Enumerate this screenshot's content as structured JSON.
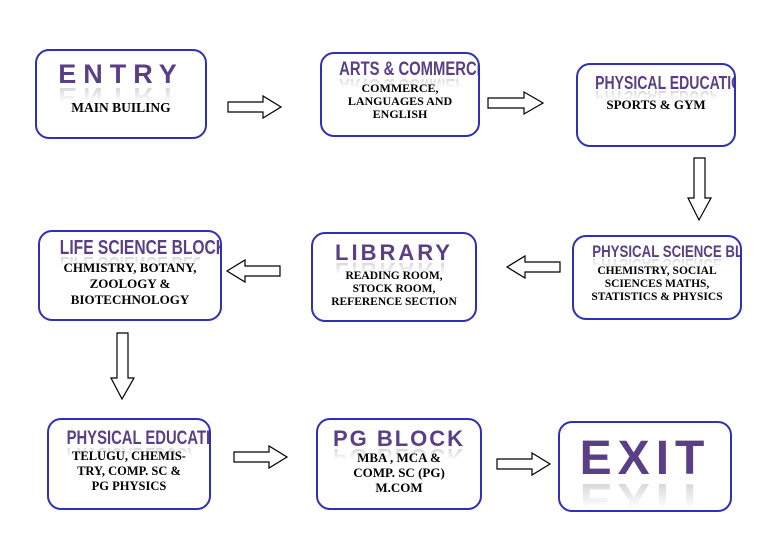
{
  "nodes": {
    "entry": {
      "title": "ENTRY",
      "body": "MAIN BUILING"
    },
    "arts": {
      "title": "ARTS & COMMERCE",
      "body": "COMMERCE,\nLANGUAGES AND\nENGLISH"
    },
    "phyed1": {
      "title": "PHYSICAL EDUCATION",
      "body": "SPORTS & GYM"
    },
    "physci": {
      "title": "PHYSICAL SCIENCE BLOCK",
      "body": "CHEMISTRY, SOCIAL\nSCIENCES MATHS,\nSTATISTICS  & PHYSICS"
    },
    "library": {
      "title": "LIBRARY",
      "body": "READING ROOM,\nSTOCK ROOM,\nREFERENCE SECTION"
    },
    "lifesci": {
      "title": "LIFE SCIENCE BLOCK",
      "body": "CHMISTRY, BOTANY,\nZOOLOGY &\nBIOTECHNOLOGY"
    },
    "phyed2": {
      "title": "PHYSICAL EDUCATION",
      "body": "TELUGU, CHEMIS-\nTRY, COMP. SC &\nPG PHYSICS"
    },
    "pg": {
      "title": "PG BLOCK",
      "body": "MBA , MCA &\nCOMP. SC (PG)\nM.COM"
    },
    "exit": {
      "title": "EXIT",
      "body": ""
    }
  },
  "colors": {
    "title": "#5b3f86",
    "border": "#2f2fb8",
    "reflection": "#bdbdbd",
    "arrow_stroke": "#000000"
  },
  "arrows": [
    {
      "from": "entry",
      "to": "arts",
      "direction": "right"
    },
    {
      "from": "arts",
      "to": "phyed1",
      "direction": "right"
    },
    {
      "from": "phyed1",
      "to": "physci",
      "direction": "down"
    },
    {
      "from": "physci",
      "to": "library",
      "direction": "left"
    },
    {
      "from": "library",
      "to": "lifesci",
      "direction": "left"
    },
    {
      "from": "lifesci",
      "to": "phyed2",
      "direction": "down"
    },
    {
      "from": "phyed2",
      "to": "pg",
      "direction": "right"
    },
    {
      "from": "pg",
      "to": "exit",
      "direction": "right"
    }
  ]
}
